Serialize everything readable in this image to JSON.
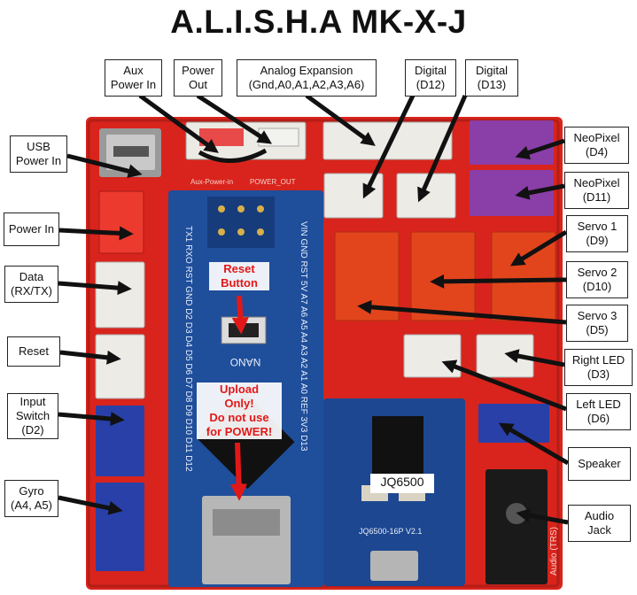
{
  "title": "A.L.I.S.H.A MK-X-J",
  "labels": {
    "aux_power_in": [
      "Aux",
      "Power In"
    ],
    "power_out": [
      "Power",
      "Out"
    ],
    "analog_expansion": [
      "Analog Expansion",
      "(Gnd,A0,A1,A2,A3,A6)"
    ],
    "digital_d12": [
      "Digital",
      "(D12)"
    ],
    "digital_d13": [
      "Digital",
      "(D13)"
    ],
    "usb_power_in": [
      "USB",
      "Power In"
    ],
    "power_in": [
      "Power In"
    ],
    "data": [
      "Data",
      "(RX/TX)"
    ],
    "reset": [
      "Reset"
    ],
    "input_switch": [
      "Input",
      "Switch",
      "(D2)"
    ],
    "gyro": [
      "Gyro",
      "(A4, A5)"
    ],
    "neopixel_d4": [
      "NeoPixel",
      "(D4)"
    ],
    "neopixel_d11": [
      "NeoPixel",
      "(D11)"
    ],
    "servo1": [
      "Servo 1",
      "(D9)"
    ],
    "servo2": [
      "Servo 2",
      "(D10)"
    ],
    "servo3": [
      "Servo 3",
      "(D5)"
    ],
    "right_led": [
      "Right LED",
      "(D3)"
    ],
    "left_led": [
      "Left LED",
      "(D6)"
    ],
    "speaker": [
      "Speaker"
    ],
    "audio_jack": [
      "Audio",
      "Jack"
    ]
  },
  "notes": {
    "reset_button": [
      "Reset",
      "Button"
    ],
    "upload_only": [
      "Upload",
      "Only!",
      "Do not use",
      "for POWER!"
    ]
  },
  "board_text": {
    "module": "JQ6500",
    "nano": "NANO",
    "silk_aux": "Aux-Power-in",
    "silk_power_out": "POWER_OUT",
    "silk_nano_top": "TX1 RXO RST GND D2 D3 D4 D5 D6 D7 D8 D9 D10 D11 D12",
    "silk_nano_bottom": "VIN GND RST 5V A7 A6 A5 A4 A3 A2 A1 A0 REF 3V3 D13",
    "silk_jq": "JQ6500-16P V2.1",
    "silk_audio": "Audio (TRS)"
  },
  "colors": {
    "pcb": "#d8241c",
    "pcb_dark": "#b51d16",
    "nano": "#1f4e9b",
    "jq": "#1d4790",
    "purple": "#8a3ea8",
    "orange": "#e2451c",
    "white_conn": "#ecebe6",
    "blue_conn": "#2840a8"
  }
}
